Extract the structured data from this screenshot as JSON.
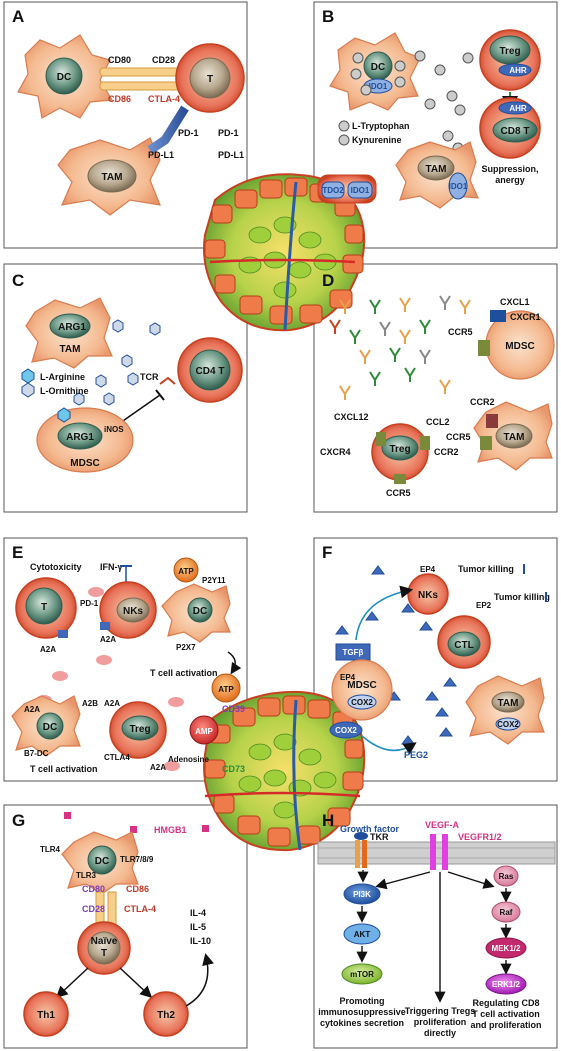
{
  "colors": {
    "accent_red": "#c0392b",
    "pink": "#d63384",
    "purple": "#7b3fb3",
    "blue": "#1f4e9c",
    "green": "#2e8b3a"
  },
  "panels": {
    "A": {
      "letter": "A",
      "dc": "DC",
      "t": "T",
      "tam": "TAM",
      "cd80": "CD80",
      "cd28": "CD28",
      "cd86": "CD86",
      "ctla4": "CTLA-4",
      "pd1a": "PD-1",
      "pd1b": "PD-1",
      "pdl1a": "PD-L1",
      "pdl1b": "PD-L1"
    },
    "B": {
      "letter": "B",
      "dc": "DC",
      "ido1a": "IDO1",
      "treg": "Treg",
      "ahr1": "AHR",
      "ahr2": "AHR",
      "cd8t": "CD8 T",
      "tam": "TAM",
      "ido1b": "IDO1",
      "tdo2": "TDO2",
      "ido1c": "IDO1",
      "ltrp": "L-Tryptophan",
      "kyn": "Kynurenine",
      "supp": "Suppression,",
      "anergy": "anergy"
    },
    "C": {
      "letter": "C",
      "arg1a": "ARG1",
      "tam": "TAM",
      "larg": "L-Arginine",
      "lorn": "L-Ornithine",
      "tcr": "TCR",
      "cd4t": "CD4 T",
      "inos": "iNOS",
      "arg1b": "ARG1",
      "mdsc": "MDSC"
    },
    "D": {
      "letter": "D",
      "cxcl1": "CXCL1",
      "cxcr1": "CXCR1",
      "ccr5a": "CCR5",
      "mdsc": "MDSC",
      "cxcl12": "CXCL12",
      "ccl2": "CCL2",
      "ccr2a": "CCR2",
      "ccr2b": "CCR2",
      "cxcr4": "CXCR4",
      "treg": "Treg",
      "ccr5b": "CCR5",
      "ccr5c": "CCR5",
      "tam": "TAM"
    },
    "E": {
      "letter": "E",
      "cytotox": "Cytotoxicity",
      "ifng": "IFN-γ",
      "t": "T",
      "pd1": "PD-1",
      "nks": "NKs",
      "a2a1": "A2A",
      "a2a2": "A2A",
      "atp1": "ATP",
      "p2y11": "P2Y11",
      "dc1": "DC",
      "p2x7": "P2X7",
      "tact1": "T cell activation",
      "a2a3": "A2A",
      "a2b": "A2B",
      "dc2": "DC",
      "b7dc": "B7-DC",
      "tact2": "T cell activation",
      "a2a4": "A2A",
      "treg": "Treg",
      "ctla4": "CTLA4",
      "a2a5": "A2A",
      "atp2": "ATP",
      "cd39": "CD39",
      "amp": "AMP",
      "adenosine": "Adenosine",
      "cd73": "CD73"
    },
    "F": {
      "letter": "F",
      "ep4a": "EP4",
      "tk1": "Tumor killing",
      "nks": "NKs",
      "ep2": "EP2",
      "tk2": "Tumor killing",
      "tgfb": "TGFβ",
      "ctl": "CTL",
      "ep4b": "EP4",
      "mdsc": "MDSC",
      "cox2a": "COX2",
      "tam": "TAM",
      "cox2b": "COX2",
      "cox2c": "COX2",
      "peg2": "PEG2"
    },
    "G": {
      "letter": "G",
      "hmgb1": "HMGB1",
      "tlr4": "TLR4",
      "dc": "DC",
      "tlr789": "TLR7/8/9",
      "tlr3": "TLR3",
      "cd80": "CD80",
      "cd86": "CD86",
      "cd28": "CD28",
      "ctla4": "CTLA-4",
      "naive1": "Naïve",
      "naive2": "T",
      "il4": "IL-4",
      "il5": "IL-5",
      "il10": "IL-10",
      "th1": "Th1",
      "th2": "Th2"
    },
    "H": {
      "letter": "H",
      "gf": "Growth factor",
      "tkr": "TKR",
      "vegfa": "VEGF-A",
      "vegfr": "VEGFR1/2",
      "ras": "Ras",
      "pi3k": "PI3K",
      "akt": "AKT",
      "mtor": "mTOR",
      "raf": "Raf",
      "mek": "MEK1/2",
      "erk": "ERK1/2",
      "p1": "Promoting",
      "p2": "immunosuppressive",
      "p3": "cytokines secretion",
      "t1": "Triggering Tregs",
      "t2": "proliferation",
      "t3": "directly",
      "r1": "Regulating CD8",
      "r2": "T cell activation",
      "r3": "and proliferation"
    }
  }
}
